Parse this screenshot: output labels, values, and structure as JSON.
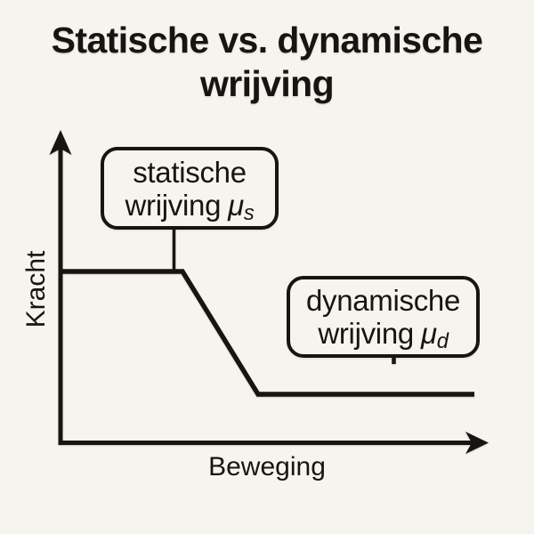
{
  "colors": {
    "background": "#f6f4ef",
    "ink": "#171512"
  },
  "title": {
    "line1": "Statische vs. dynamische",
    "line2": "wrijving"
  },
  "graph": {
    "y_axis_label": "Kracht",
    "x_axis_label": "Beweging",
    "curve_points": [
      [
        68,
        305
      ],
      [
        205,
        305
      ],
      [
        290,
        443
      ],
      [
        533,
        443
      ]
    ]
  },
  "callouts": {
    "static": {
      "line1": "statische",
      "line2": "wrijving",
      "symbol": "μ",
      "subscript": "s"
    },
    "dynamic": {
      "line1": "dynamische",
      "line2": "wrijving",
      "symbol": "μ",
      "subscript": "d"
    }
  }
}
